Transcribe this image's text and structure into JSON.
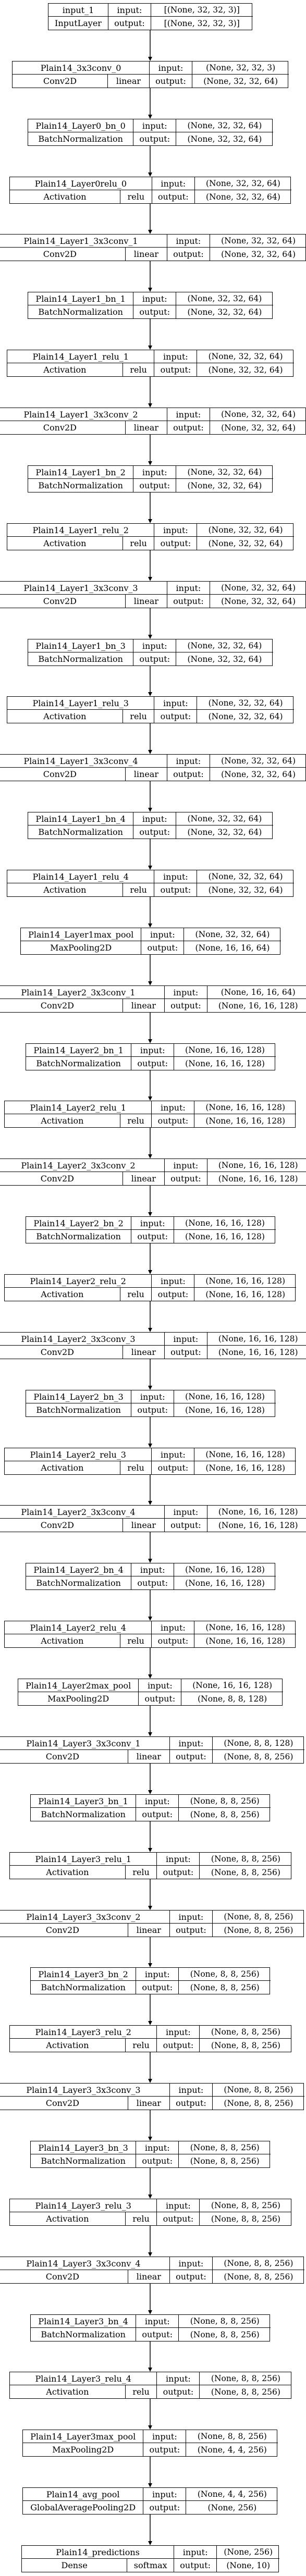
{
  "nodes": [
    {
      "name": "input_1",
      "type": "InputLayer",
      "activation": "",
      "input": "[(None, 32, 32, 3)]",
      "output": "[(None, 32, 32, 3)]"
    },
    {
      "name": "Plain14_3x3conv_0",
      "type": "Conv2D",
      "activation": "linear",
      "input": "(None, 32, 32, 3)",
      "output": "(None, 32, 32, 64)"
    },
    {
      "name": "Plain14_Layer0_bn_0",
      "type": "BatchNormalization",
      "activation": "",
      "input": "(None, 32, 32, 64)",
      "output": "(None, 32, 32, 64)"
    },
    {
      "name": "Plain14_Layer0relu_0",
      "type": "Activation",
      "activation": "relu",
      "input": "(None, 32, 32, 64)",
      "output": "(None, 32, 32, 64)"
    },
    {
      "name": "Plain14_Layer1_3x3conv_1",
      "type": "Conv2D",
      "activation": "linear",
      "input": "(None, 32, 32, 64)",
      "output": "(None, 32, 32, 64)"
    },
    {
      "name": "Plain14_Layer1_bn_1",
      "type": "BatchNormalization",
      "activation": "",
      "input": "(None, 32, 32, 64)",
      "output": "(None, 32, 32, 64)"
    },
    {
      "name": "Plain14_Layer1_relu_1",
      "type": "Activation",
      "activation": "relu",
      "input": "(None, 32, 32, 64)",
      "output": "(None, 32, 32, 64)"
    },
    {
      "name": "Plain14_Layer1_3x3conv_2",
      "type": "Conv2D",
      "activation": "linear",
      "input": "(None, 32, 32, 64)",
      "output": "(None, 32, 32, 64)"
    },
    {
      "name": "Plain14_Layer1_bn_2",
      "type": "BatchNormalization",
      "activation": "",
      "input": "(None, 32, 32, 64)",
      "output": "(None, 32, 32, 64)"
    },
    {
      "name": "Plain14_Layer1_relu_2",
      "type": "Activation",
      "activation": "relu",
      "input": "(None, 32, 32, 64)",
      "output": "(None, 32, 32, 64)"
    },
    {
      "name": "Plain14_Layer1_3x3conv_3",
      "type": "Conv2D",
      "activation": "linear",
      "input": "(None, 32, 32, 64)",
      "output": "(None, 32, 32, 64)"
    },
    {
      "name": "Plain14_Layer1_bn_3",
      "type": "BatchNormalization",
      "activation": "",
      "input": "(None, 32, 32, 64)",
      "output": "(None, 32, 32, 64)"
    },
    {
      "name": "Plain14_Layer1_relu_3",
      "type": "Activation",
      "activation": "relu",
      "input": "(None, 32, 32, 64)",
      "output": "(None, 32, 32, 64)"
    },
    {
      "name": "Plain14_Layer1_3x3conv_4",
      "type": "Conv2D",
      "activation": "linear",
      "input": "(None, 32, 32, 64)",
      "output": "(None, 32, 32, 64)"
    },
    {
      "name": "Plain14_Layer1_bn_4",
      "type": "BatchNormalization",
      "activation": "",
      "input": "(None, 32, 32, 64)",
      "output": "(None, 32, 32, 64)"
    },
    {
      "name": "Plain14_Layer1_relu_4",
      "type": "Activation",
      "activation": "relu",
      "input": "(None, 32, 32, 64)",
      "output": "(None, 32, 32, 64)"
    },
    {
      "name": "Plain14_Layer1max_pool",
      "type": "MaxPooling2D",
      "activation": "",
      "input": "(None, 32, 32, 64)",
      "output": "(None, 16, 16, 64)"
    },
    {
      "name": "Plain14_Layer2_3x3conv_1",
      "type": "Conv2D",
      "activation": "linear",
      "input": "(None, 16, 16, 64)",
      "output": "(None, 16, 16, 128)"
    },
    {
      "name": "Plain14_Layer2_bn_1",
      "type": "BatchNormalization",
      "activation": "",
      "input": "(None, 16, 16, 128)",
      "output": "(None, 16, 16, 128)"
    },
    {
      "name": "Plain14_Layer2_relu_1",
      "type": "Activation",
      "activation": "relu",
      "input": "(None, 16, 16, 128)",
      "output": "(None, 16, 16, 128)"
    },
    {
      "name": "Plain14_Layer2_3x3conv_2",
      "type": "Conv2D",
      "activation": "linear",
      "input": "(None, 16, 16, 128)",
      "output": "(None, 16, 16, 128)"
    },
    {
      "name": "Plain14_Layer2_bn_2",
      "type": "BatchNormalization",
      "activation": "",
      "input": "(None, 16, 16, 128)",
      "output": "(None, 16, 16, 128)"
    },
    {
      "name": "Plain14_Layer2_relu_2",
      "type": "Activation",
      "activation": "relu",
      "input": "(None, 16, 16, 128)",
      "output": "(None, 16, 16, 128)"
    },
    {
      "name": "Plain14_Layer2_3x3conv_3",
      "type": "Conv2D",
      "activation": "linear",
      "input": "(None, 16, 16, 128)",
      "output": "(None, 16, 16, 128)"
    },
    {
      "name": "Plain14_Layer2_bn_3",
      "type": "BatchNormalization",
      "activation": "",
      "input": "(None, 16, 16, 128)",
      "output": "(None, 16, 16, 128)"
    },
    {
      "name": "Plain14_Layer2_relu_3",
      "type": "Activation",
      "activation": "relu",
      "input": "(None, 16, 16, 128)",
      "output": "(None, 16, 16, 128)"
    },
    {
      "name": "Plain14_Layer2_3x3conv_4",
      "type": "Conv2D",
      "activation": "linear",
      "input": "(None, 16, 16, 128)",
      "output": "(None, 16, 16, 128)"
    },
    {
      "name": "Plain14_Layer2_bn_4",
      "type": "BatchNormalization",
      "activation": "",
      "input": "(None, 16, 16, 128)",
      "output": "(None, 16, 16, 128)"
    },
    {
      "name": "Plain14_Layer2_relu_4",
      "type": "Activation",
      "activation": "relu",
      "input": "(None, 16, 16, 128)",
      "output": "(None, 16, 16, 128)"
    },
    {
      "name": "Plain14_Layer2max_pool",
      "type": "MaxPooling2D",
      "activation": "",
      "input": "(None, 16, 16, 128)",
      "output": "(None, 8, 8, 128)"
    },
    {
      "name": "Plain14_Layer3_3x3conv_1",
      "type": "Conv2D",
      "activation": "linear",
      "input": "(None, 8, 8, 128)",
      "output": "(None, 8, 8, 256)"
    },
    {
      "name": "Plain14_Layer3_bn_1",
      "type": "BatchNormalization",
      "activation": "",
      "input": "(None, 8, 8, 256)",
      "output": "(None, 8, 8, 256)"
    },
    {
      "name": "Plain14_Layer3_relu_1",
      "type": "Activation",
      "activation": "relu",
      "input": "(None, 8, 8, 256)",
      "output": "(None, 8, 8, 256)"
    },
    {
      "name": "Plain14_Layer3_3x3conv_2",
      "type": "Conv2D",
      "activation": "linear",
      "input": "(None, 8, 8, 256)",
      "output": "(None, 8, 8, 256)"
    },
    {
      "name": "Plain14_Layer3_bn_2",
      "type": "BatchNormalization",
      "activation": "",
      "input": "(None, 8, 8, 256)",
      "output": "(None, 8, 8, 256)"
    },
    {
      "name": "Plain14_Layer3_relu_2",
      "type": "Activation",
      "activation": "relu",
      "input": "(None, 8, 8, 256)",
      "output": "(None, 8, 8, 256)"
    },
    {
      "name": "Plain14_Layer3_3x3conv_3",
      "type": "Conv2D",
      "activation": "linear",
      "input": "(None, 8, 8, 256)",
      "output": "(None, 8, 8, 256)"
    },
    {
      "name": "Plain14_Layer3_bn_3",
      "type": "BatchNormalization",
      "activation": "",
      "input": "(None, 8, 8, 256)",
      "output": "(None, 8, 8, 256)"
    },
    {
      "name": "Plain14_Layer3_relu_3",
      "type": "Activation",
      "activation": "relu",
      "input": "(None, 8, 8, 256)",
      "output": "(None, 8, 8, 256)"
    },
    {
      "name": "Plain14_Layer3_3x3conv_4",
      "type": "Conv2D",
      "activation": "linear",
      "input": "(None, 8, 8, 256)",
      "output": "(None, 8, 8, 256)"
    },
    {
      "name": "Plain14_Layer3_bn_4",
      "type": "BatchNormalization",
      "activation": "",
      "input": "(None, 8, 8, 256)",
      "output": "(None, 8, 8, 256)"
    },
    {
      "name": "Plain14_Layer3_relu_4",
      "type": "Activation",
      "activation": "relu",
      "input": "(None, 8, 8, 256)",
      "output": "(None, 8, 8, 256)"
    },
    {
      "name": "Plain14_Layer3max_pool",
      "type": "MaxPooling2D",
      "activation": "",
      "input": "(None, 8, 8, 256)",
      "output": "(None, 4, 4, 256)"
    },
    {
      "name": "Plain14_avg_pool",
      "type": "GlobalAveragePooling2D",
      "activation": "",
      "input": "(None, 4, 4, 256)",
      "output": "(None, 256)"
    },
    {
      "name": "Plain14_predictions",
      "type": "Dense",
      "activation": "softmax",
      "input": "(None, 256)",
      "output": "(None, 10)"
    }
  ],
  "port_labels": {
    "input": "input:",
    "output": "output:"
  },
  "colors": {
    "stroke": "#000000",
    "background": "#ffffff"
  }
}
